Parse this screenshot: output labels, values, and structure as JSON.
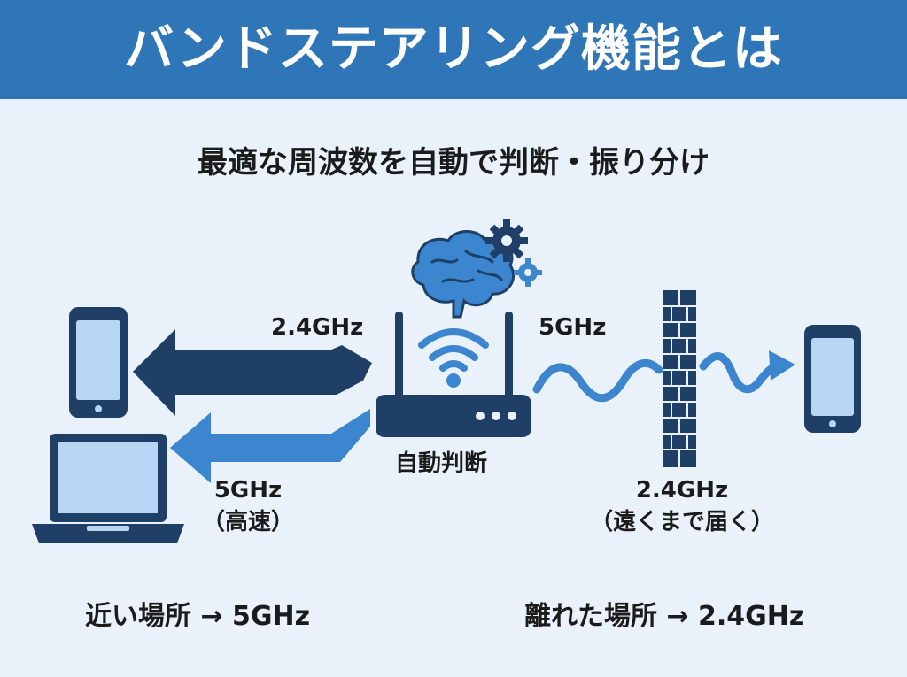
{
  "header": {
    "title": "バンドステアリング機能とは"
  },
  "subtitle": "最適な周波数を自動で判断・振り分け",
  "router": {
    "label": "自動判断"
  },
  "near": {
    "phone_band": "2.4GHz",
    "laptop_band": "5GHz",
    "laptop_note": "（高速）",
    "summary": "近い場所 → 5GHz"
  },
  "far": {
    "wave_band": "5GHz",
    "reach_band": "2.4GHz",
    "reach_note": "（遠くまで届く）",
    "summary": "離れた場所 → 2.4GHz"
  },
  "colors": {
    "header_bg": "#2f76b8",
    "page_bg": "#e9f2fb",
    "dark_navy": "#1f3f66",
    "accent_blue": "#3b86cf",
    "screen_blue": "#b7d6f3"
  },
  "icons": [
    "brain-icon",
    "gear-icon",
    "wifi-icon",
    "router-icon",
    "smartphone-icon",
    "laptop-icon",
    "brick-wall-icon",
    "arrow-icon"
  ]
}
